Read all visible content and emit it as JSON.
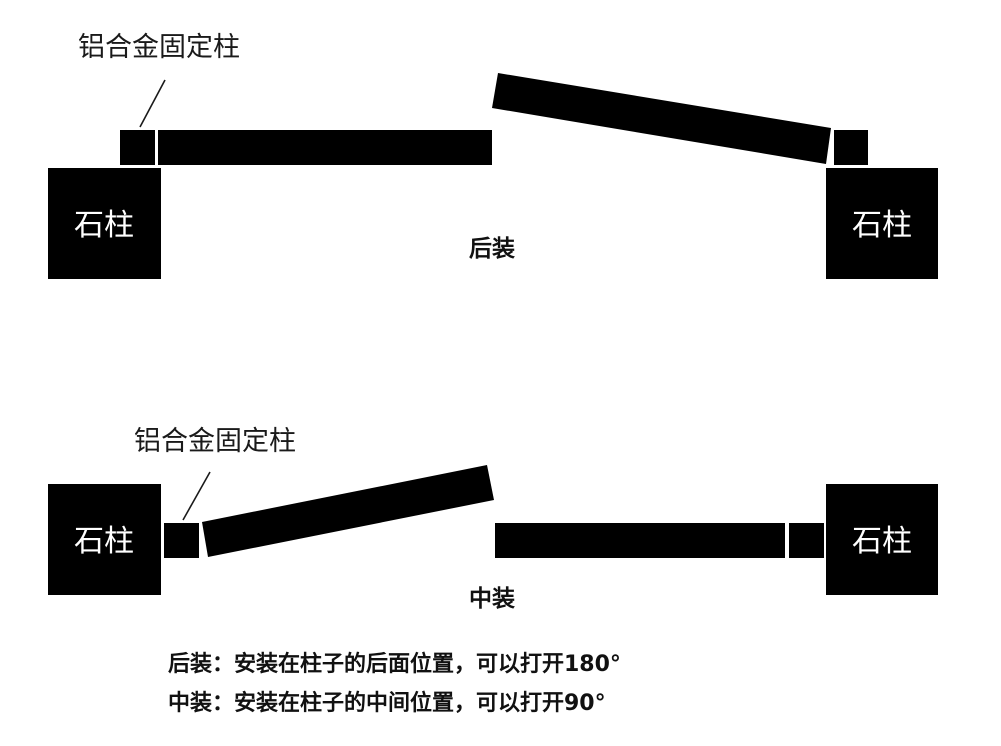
{
  "colors": {
    "block": "#000000",
    "background": "#ffffff",
    "line": "#1a1a1a"
  },
  "rear": {
    "title": "后装",
    "fixed_post_label": "铝合金固定柱",
    "left_pillar_label": "石柱",
    "right_pillar_label": "石柱"
  },
  "middle": {
    "title": "中装",
    "fixed_post_label": "铝合金固定柱",
    "left_pillar_label": "石柱",
    "right_pillar_label": "石柱"
  },
  "captions": [
    "后装：安装在柱子的后面位置，可以打开180°",
    "中装：安装在柱子的中间位置，可以打开90°"
  ]
}
